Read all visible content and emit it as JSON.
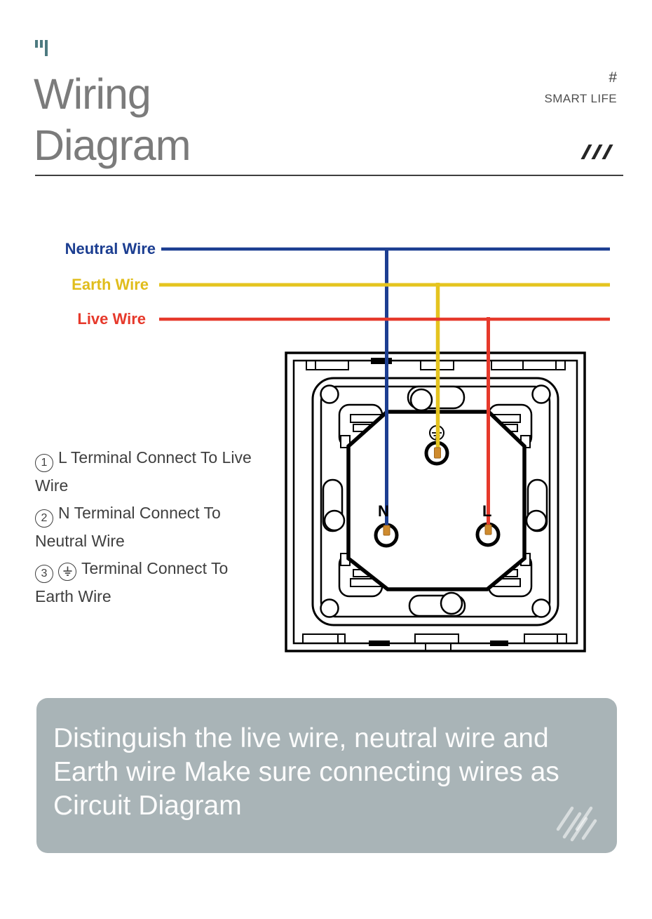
{
  "header": {
    "title": "Wiring Diagram",
    "hash_symbol": "#",
    "brand": "SMART LIFE",
    "title_color": "#7b7b7b",
    "accent_teal": "#4d7a80"
  },
  "wires": {
    "neutral": {
      "label": "Neutral Wire",
      "color": "#1c3e91"
    },
    "earth": {
      "label": "Earth Wire",
      "color": "#e5c41f"
    },
    "live": {
      "label": "Live Wire",
      "color": "#e6392b"
    }
  },
  "socket": {
    "terminal_n": "N",
    "terminal_l": "L",
    "wire_tip_color": "#cf8b2e",
    "outline_color": "#000000"
  },
  "notes": [
    {
      "number": "1",
      "text": "L Terminal Connect To Live Wire"
    },
    {
      "number": "2",
      "text": "N Terminal Connect To Neutral Wire"
    },
    {
      "number": "3",
      "text": "Terminal Connect To Earth Wire"
    }
  ],
  "footer_note": {
    "text": "Distinguish the live wire, neutral wire and Earth wire Make sure connecting wires as Circuit Diagram",
    "background": "#a9b4b7",
    "text_color": "#ffffff"
  }
}
